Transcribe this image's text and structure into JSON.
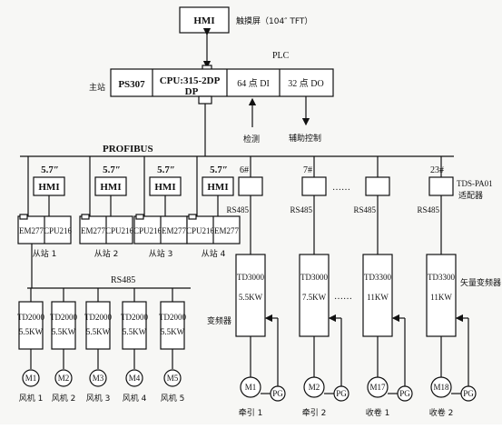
{
  "top": {
    "hmi": "HMI",
    "touchscreen": "触摸屏（104″ TFT）",
    "plc": "PLC",
    "master_station": "主站",
    "ps": "PS307",
    "cpu": "CPU:315-2DP",
    "dp": "DP",
    "di": "64 点 DI",
    "do": "32 点 DO",
    "detect": "检测",
    "aux_control": "辅助控制",
    "profibus": "PROFIBUS"
  },
  "slaves": [
    {
      "screen": "5.7″",
      "hmi": "HMI",
      "left": "EM277",
      "right": "CPU216",
      "label": "从站 1"
    },
    {
      "screen": "5.7″",
      "hmi": "HMI",
      "left": "EM277",
      "right": "CPU216",
      "label": "从站 2"
    },
    {
      "screen": "5.7″",
      "hmi": "HMI",
      "left": "CPU216",
      "right": "EM277",
      "label": "从站 3"
    },
    {
      "screen": "5.7″",
      "hmi": "HMI",
      "left": "CPU216",
      "right": "EM277",
      "label": "从站 4"
    }
  ],
  "fans": {
    "rs485": "RS485",
    "inverter_label": "变频器",
    "units": [
      {
        "drive": "TD2000",
        "power": "5.5KW",
        "motor": "M1",
        "label": "风机 1"
      },
      {
        "drive": "TD2000",
        "power": "5.5KW",
        "motor": "M2",
        "label": "风机 2"
      },
      {
        "drive": "TD2000",
        "power": "5.5KW",
        "motor": "M3",
        "label": "风机 3"
      },
      {
        "drive": "TD2000",
        "power": "5.5KW",
        "motor": "M4",
        "label": "风机 4"
      },
      {
        "drive": "TD2000",
        "power": "5.5KW",
        "motor": "M5",
        "label": "风机 5"
      }
    ]
  },
  "drives": {
    "adapter": "TDS-PA01",
    "adapter_label": "适配器",
    "vector_inverter": "矢量变频器",
    "dots": "……",
    "units": [
      {
        "num": "6#",
        "rs485": "RS485",
        "drive": "TD3000",
        "power": "5.5KW",
        "motor": "M1",
        "pg": "PG",
        "label": "牵引 1"
      },
      {
        "num": "7#",
        "rs485": "RS485",
        "drive": "TD3000",
        "power": "7.5KW",
        "motor": "M2",
        "pg": "PG",
        "label": "牵引 2"
      },
      {
        "num": "",
        "rs485": "RS485",
        "drive": "TD3300",
        "power": "11KW",
        "motor": "M17",
        "pg": "PG",
        "label": "收卷 1"
      },
      {
        "num": "23#",
        "rs485": "RS485",
        "drive": "TD3300",
        "power": "11KW",
        "motor": "M18",
        "pg": "PG",
        "label": "收卷 2"
      }
    ]
  }
}
